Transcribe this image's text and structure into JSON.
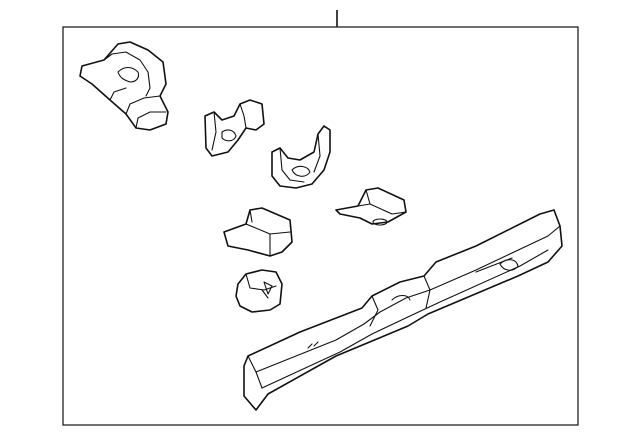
{
  "diagram": {
    "parts": [
      {
        "name": "upper-bracket-reinforcement"
      },
      {
        "name": "mount-bracket"
      },
      {
        "name": "curved-bracket"
      },
      {
        "name": "small-flat-bracket"
      },
      {
        "name": "channel-bracket"
      },
      {
        "name": "end-cap"
      },
      {
        "name": "rocker-panel"
      }
    ]
  }
}
